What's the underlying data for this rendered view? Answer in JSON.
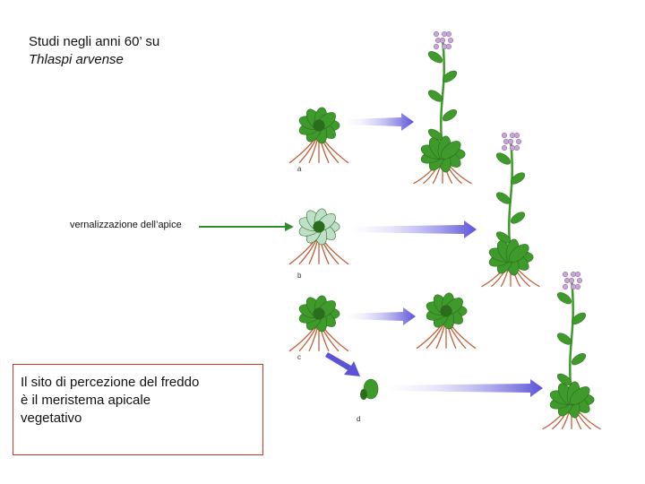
{
  "title": {
    "line1": "Studi negli anni 60’ su",
    "line2": "Thlaspi arvense"
  },
  "vernalization_label": "vernalizzazione dell’apice",
  "note": {
    "line1": "Il sito di percezione del freddo",
    "line2": "è il meristema apicale",
    "line3": "vegetativo"
  },
  "panels": {
    "a": "a",
    "b": "b",
    "c": "c",
    "d": "d"
  },
  "colors": {
    "leaf": "#3f9a2c",
    "leaf_dark": "#2a6d1c",
    "leaf_pale": "#bfe0c8",
    "root": "#c0603a",
    "flower": "#c9a6d8",
    "arrow": "#5b52d8",
    "green_arrow": "#2e8b2e",
    "box_border": "#c0392b"
  }
}
